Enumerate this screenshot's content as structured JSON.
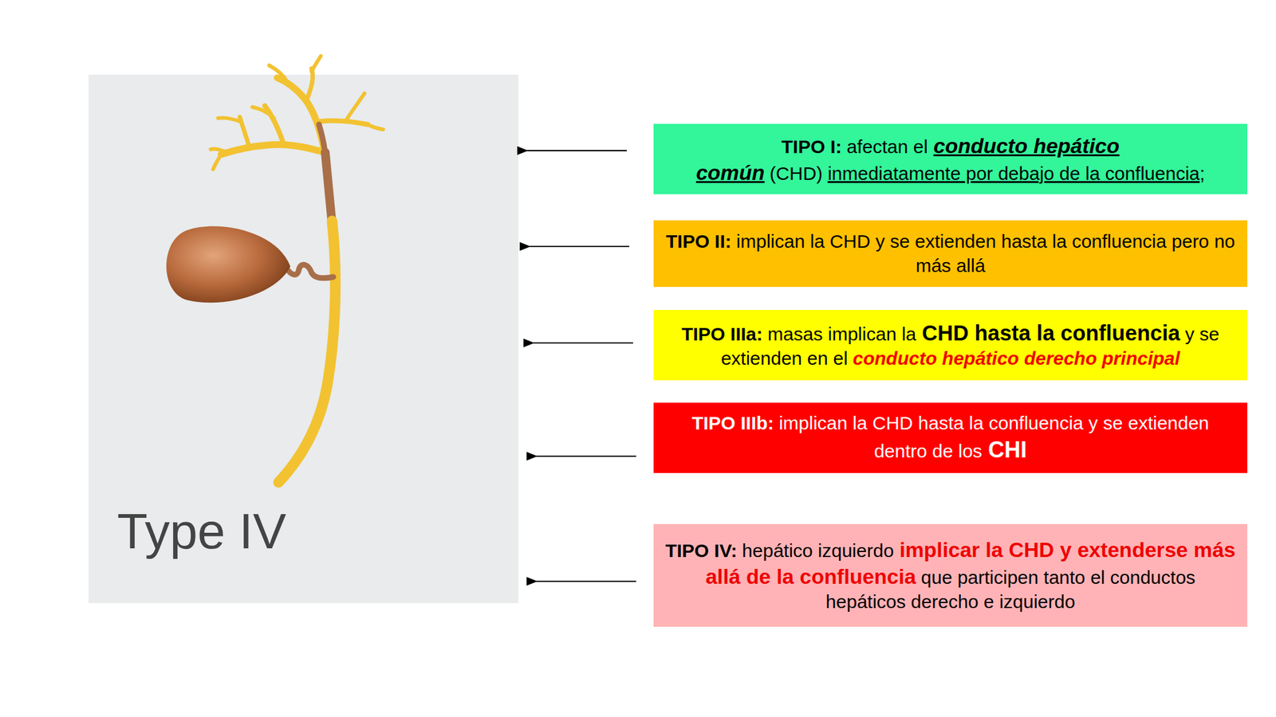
{
  "diagram": {
    "nodes": [
      {
        "text": [
          "TIPO I:",
          "afectan el",
          "conducto hepático común",
          "(CHD)",
          "inmediatamente por debajo de la confluencia",
          ";"
        ]
      },
      {
        "text": [
          "TIPO II:",
          "implican la CHD y se extienden hasta la confluencia pero no más allá"
        ]
      },
      {
        "text": [
          "TIPO IIIa:",
          "masas implican la",
          "CHD hasta la confluencia",
          "y se extienden en el",
          "conducto hepático derecho principal"
        ]
      },
      {
        "text": [
          "TIPO IIIb:",
          "implican la CHD hasta la confluencia y se extienden dentro de los",
          "CHI"
        ]
      },
      {
        "text": [
          "TIPO IV:",
          "hepático izquierdo",
          "implicar la CHD y extenderse más allá de la confluencia",
          "que participen tanto el conductos hepáticos derecho e izquierdo"
        ]
      }
    ],
    "labels": [
      "Type IV"
    ]
  }
}
